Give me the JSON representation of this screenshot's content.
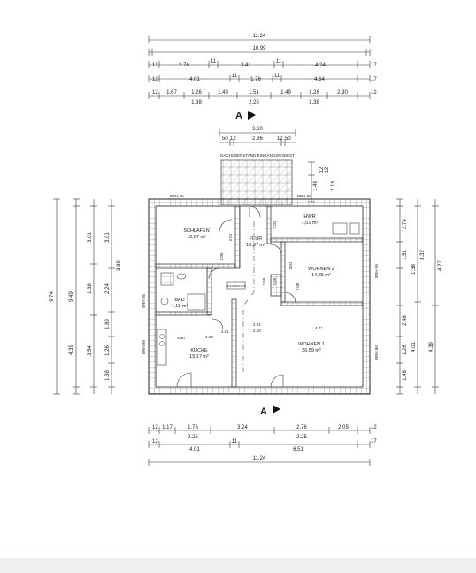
{
  "dimensions": {
    "top1_total": "11.24",
    "top2_total": "10.99",
    "top3": [
      "12",
      "2.76",
      "11",
      "3.41",
      "11",
      "4.24",
      "17"
    ],
    "top4": [
      "12",
      "4.01",
      "11",
      "1.76",
      "11",
      "4.64",
      "17"
    ],
    "top5": [
      "12",
      "1.67",
      "1.26",
      "1.49",
      "1.51",
      "1.49",
      "1.26",
      "2.30",
      "12"
    ],
    "top5b": [
      "1.38",
      "2.25",
      "1.38"
    ],
    "entry": [
      "3.60",
      "50",
      "12",
      "2.36",
      "12",
      "50"
    ],
    "entry_side": [
      "12",
      "1.48",
      "2.10",
      "12"
    ],
    "left_outer": "9.74",
    "left_mid": "9.49",
    "left_col": [
      "3.01",
      "3.01",
      "1.38",
      "2.24",
      "3.89",
      "4.39",
      "1.89",
      "3.54",
      "1.26",
      "1.38"
    ],
    "right_col": [
      "2.74",
      "1.51",
      "1.38",
      "3.32",
      "2.48",
      "4.01",
      "4.27",
      "4.39",
      "1.26",
      "1.48"
    ],
    "bottom1": [
      "12",
      "1.17",
      "1.76",
      "3.24",
      "2.76",
      "2.05",
      "12"
    ],
    "bottom1b": [
      "2.25",
      "2.25"
    ],
    "bottom2": [
      "12",
      "4.01",
      "11",
      "6.51",
      "17"
    ],
    "bottom3_total": "11.24",
    "interior": [
      "2.01",
      "1.00",
      "2.01",
      "1.50",
      "2.00",
      "1.40",
      "1.13",
      "2.60",
      "2.01",
      "4.41",
      "2.01",
      "2.10",
      "2.01"
    ]
  },
  "section_marks": {
    "top": "A",
    "bottom": "A"
  },
  "labels": {
    "roof": "DACHÜBERSTAND EINGANGSPODEST",
    "brh_top_left": "BRH 86",
    "brh_top_right": "BRH 86",
    "brh_left_upper": "BRH 86",
    "brh_left_lower": "BRH 99",
    "brh_right_upper": "BRH 86",
    "brh_right_lower": "BRH 86",
    "chimney": "SCHORNSTEIN"
  },
  "rooms": {
    "schlafen": {
      "name": "SCHLAFEN",
      "area": "12,07 m²"
    },
    "flur": {
      "name": "FLUR",
      "area": "10,37 m²"
    },
    "hwr": {
      "name": "HWR",
      "area": "7,01 m²"
    },
    "wohnen2": {
      "name": "WOHNEN 2",
      "area": "14,85 m²"
    },
    "bad": {
      "name": "BAD",
      "area": "4,18 m²"
    },
    "kueche": {
      "name": "KÜCHE",
      "area": "15,17 m²"
    },
    "wohnen1": {
      "name": "WOHNEN 1",
      "area": "26,59 m²"
    }
  }
}
